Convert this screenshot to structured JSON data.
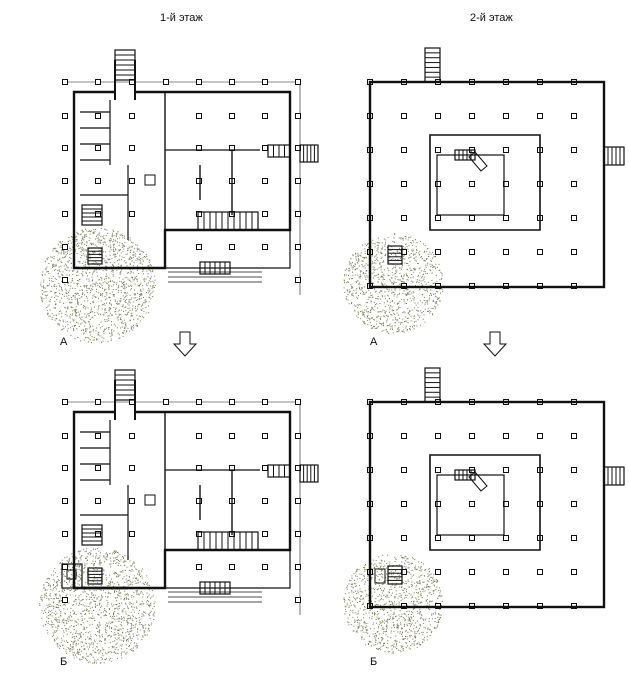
{
  "headers": {
    "floor1": "1-й этаж",
    "floor2": "2-й этаж"
  },
  "variants": {
    "a": "А",
    "b": "Б"
  },
  "colors": {
    "ink": "#111111",
    "stipple": "#7a7a55"
  }
}
